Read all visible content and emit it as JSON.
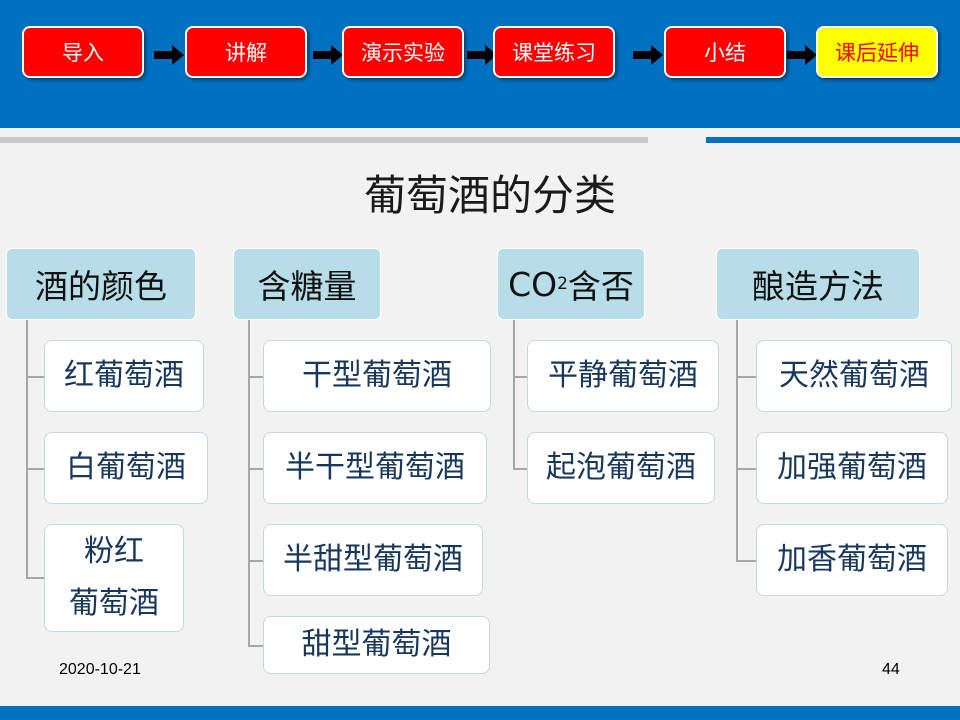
{
  "nav": {
    "items": [
      {
        "label": "导入"
      },
      {
        "label": "讲解"
      },
      {
        "label": "演示实验"
      },
      {
        "label": "课堂练习"
      },
      {
        "label": "小结"
      },
      {
        "label": "课后延伸",
        "active": true
      }
    ]
  },
  "slide": {
    "title": "葡萄酒的分类"
  },
  "categories": [
    {
      "label": "酒的颜色",
      "items": [
        "红葡萄酒",
        "白葡萄酒",
        "粉红\n葡萄酒"
      ]
    },
    {
      "label": "含糖量",
      "items": [
        "干型葡萄酒",
        "半干型葡萄酒",
        "半甜型葡萄酒",
        "甜型葡萄酒"
      ]
    },
    {
      "label_main": "CO",
      "label_sub": "2",
      "label_tail": "含否",
      "items": [
        "平静葡萄酒",
        "起泡葡萄酒"
      ]
    },
    {
      "label": "酿造方法",
      "items": [
        "天然葡萄酒",
        "加强葡萄酒",
        "加香葡萄酒"
      ]
    }
  ],
  "footer": {
    "date": "2020-10-21",
    "page": "44"
  },
  "colors": {
    "header_blue": "#0070c0",
    "nav_red": "#ff0000",
    "nav_active_yellow": "#ffff00",
    "category_fill": "#b7dde8",
    "leaf_text": "#17375e"
  }
}
